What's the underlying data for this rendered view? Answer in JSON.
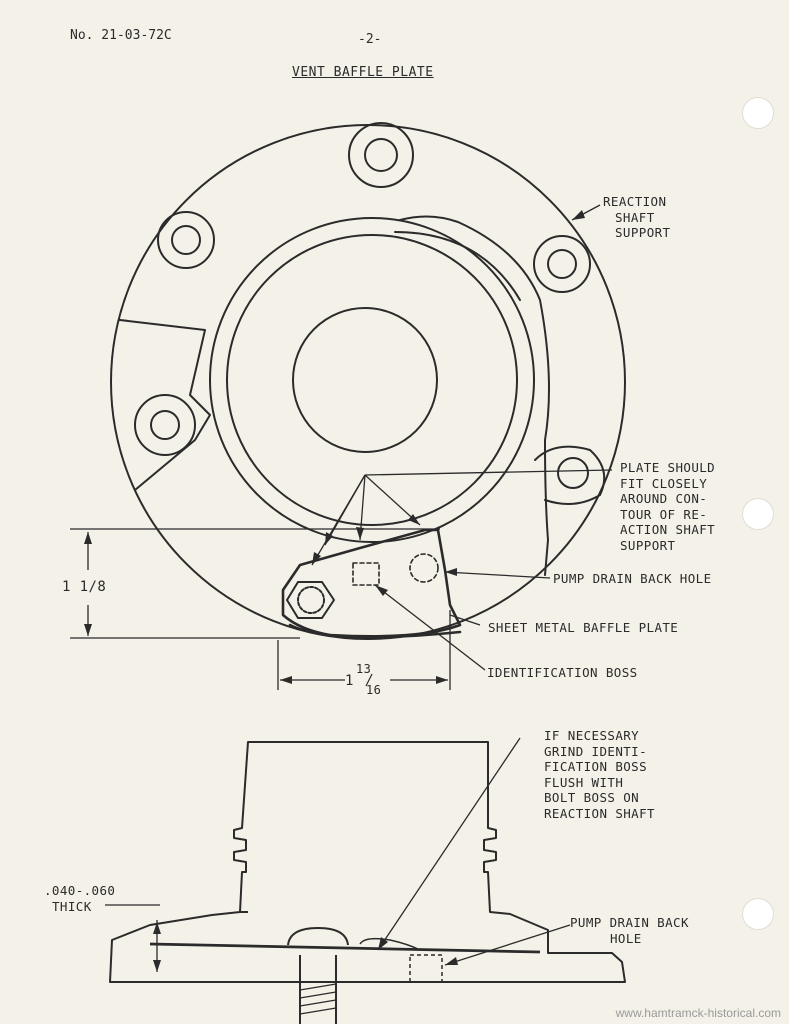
{
  "header": {
    "bulletin_no": "No. 21-03-72C",
    "page_no": "-2-"
  },
  "title": "VENT BAFFLE PLATE",
  "callouts": {
    "reaction_shaft_support": [
      "REACTION",
      "SHAFT",
      "SUPPORT"
    ],
    "plate_should_fit": [
      "PLATE SHOULD",
      "FIT CLOSELY",
      "AROUND CON-",
      "TOUR OF RE-",
      "ACTION SHAFT",
      "SUPPORT"
    ],
    "pump_drain_back_hole": "PUMP DRAIN BACK HOLE",
    "sheet_metal_baffle_plate": "SHEET METAL BAFFLE PLATE",
    "identification_boss": "IDENTIFICATION BOSS",
    "if_necessary": [
      "IF NECESSARY",
      "GRIND IDENTI-",
      "FICATION BOSS",
      "FLUSH WITH",
      "BOLT BOSS ON",
      "REACTION SHAFT"
    ],
    "thickness": [
      ".040-.060",
      "THICK"
    ],
    "pump_drain_back_hole_2": [
      "PUMP DRAIN BACK",
      "HOLE"
    ]
  },
  "dimensions": {
    "vertical": "1 1/8",
    "horizontal_whole": "1",
    "horizontal_num": "13",
    "horizontal_den": "16"
  },
  "watermark": "www.hamtramck-historical.com"
}
